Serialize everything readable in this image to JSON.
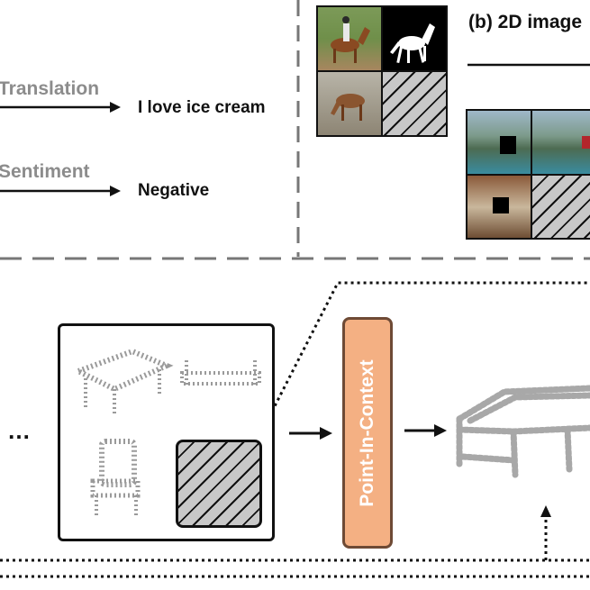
{
  "nlp_panel": {
    "tasks": [
      {
        "label": "Translation",
        "output": "I love ice cream"
      },
      {
        "label": "Sentiment",
        "output": "Negative"
      }
    ]
  },
  "image_panel": {
    "title": "(b) 2D image"
  },
  "point_panel": {
    "ellipsis": "…",
    "model_label": "Point-In-Context"
  },
  "colors": {
    "model_fill": "#f4b083",
    "model_border": "#6e4a35",
    "divider": "#777777",
    "hatch": "#c8c8c8"
  }
}
